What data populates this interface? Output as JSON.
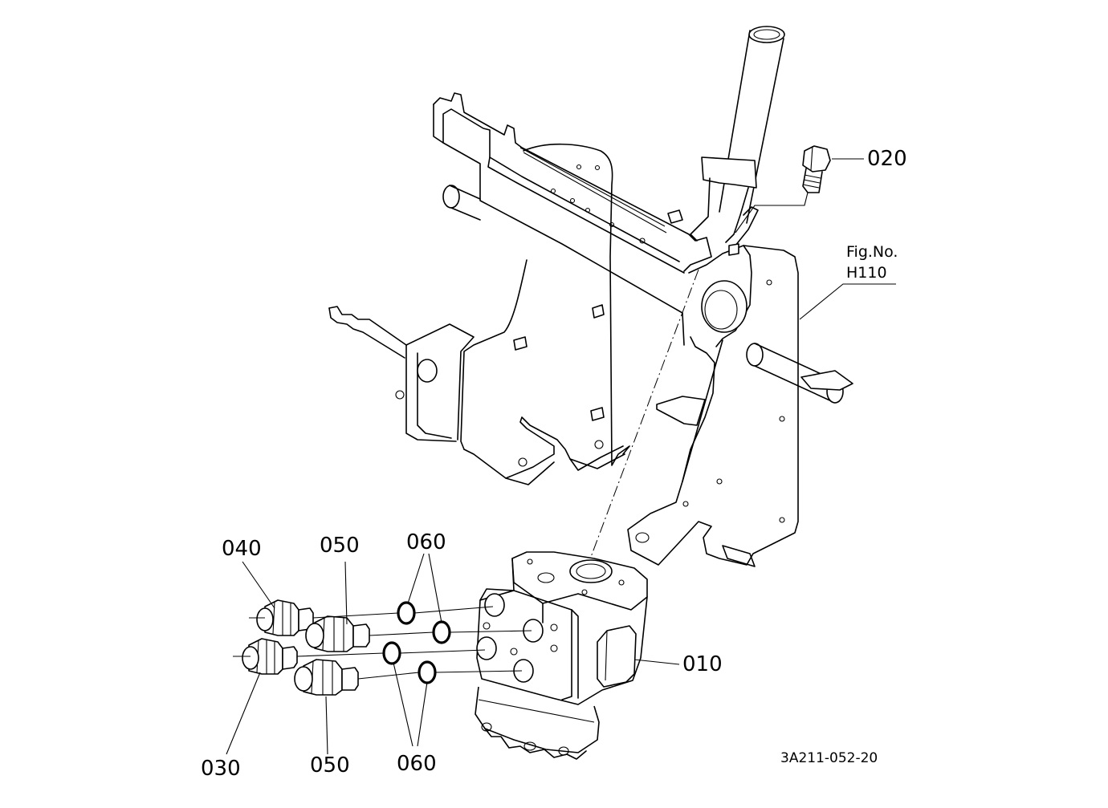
{
  "diagram": {
    "drawing_code": "3A211-052-20",
    "figure_reference": {
      "line1": "Fig.No.",
      "line2": "H110"
    },
    "callouts": [
      {
        "id": "c010",
        "text": "010"
      },
      {
        "id": "c020",
        "text": "020"
      },
      {
        "id": "c030",
        "text": "030"
      },
      {
        "id": "c040",
        "text": "040"
      },
      {
        "id": "c050a",
        "text": "050"
      },
      {
        "id": "c050b",
        "text": "050"
      },
      {
        "id": "c060a",
        "text": "060"
      },
      {
        "id": "c060b",
        "text": "060"
      }
    ]
  }
}
